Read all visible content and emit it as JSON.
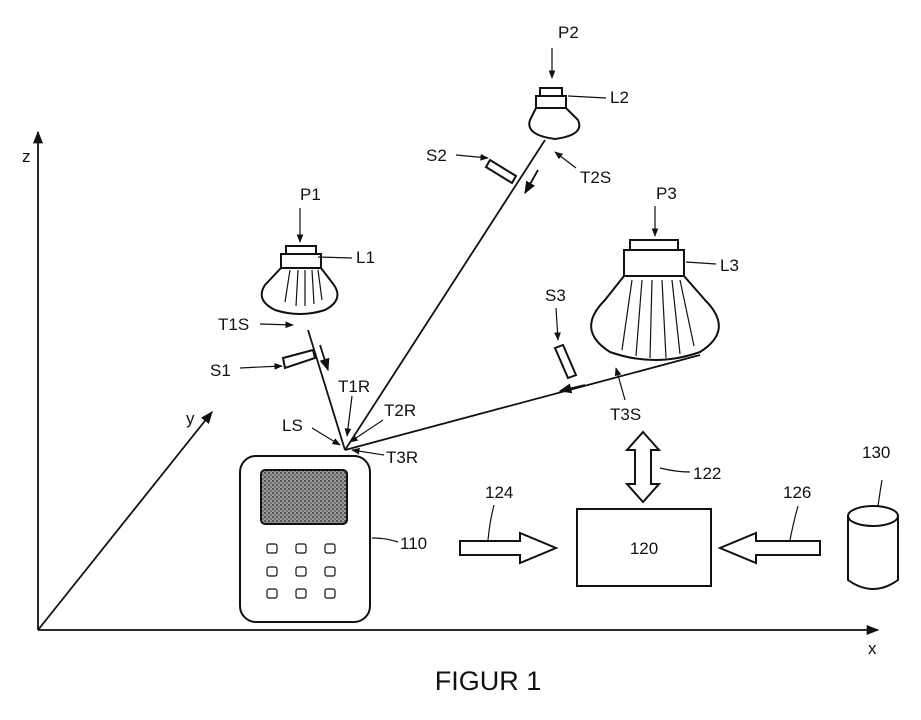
{
  "figure": {
    "caption": "FIGUR 1",
    "axes": {
      "x": "x",
      "y": "y",
      "z": "z"
    },
    "lamps": [
      {
        "id": "L1",
        "position": "P1",
        "sender": "S1",
        "tx_signal": "T1S",
        "rx_signal": "T1R"
      },
      {
        "id": "L2",
        "position": "P2",
        "sender": "S2",
        "tx_signal": "T2S",
        "rx_signal": "T2R"
      },
      {
        "id": "L3",
        "position": "P3",
        "sender": "S3",
        "tx_signal": "T3S",
        "rx_signal": "T3R"
      }
    ],
    "receiver": "LS",
    "device": "110",
    "unit": "120",
    "arrows": {
      "device_to_unit": "124",
      "storage_to_unit": "126",
      "unit_link": "122"
    },
    "storage": "130"
  }
}
